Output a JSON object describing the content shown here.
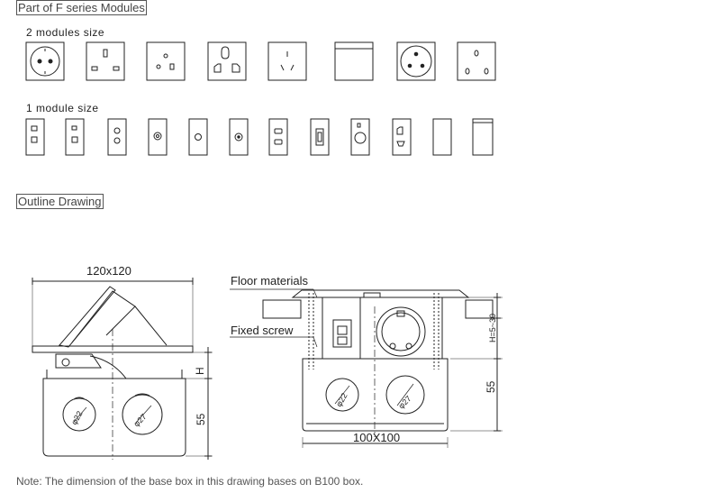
{
  "headings": {
    "modules": "Part of F series Modules",
    "outline": "Outline Drawing"
  },
  "module_sizes": {
    "two": "2 modules size",
    "one": "1 module size"
  },
  "two_module_icons": [
    "schuko-socket-icon",
    "uk-socket-icon",
    "french-socket-icon",
    "universal-socket-icon",
    "australian-socket-icon",
    "blank-plate-icon",
    "schuko-round-socket-icon",
    "swiss-socket-icon"
  ],
  "one_module_icons": [
    "rj45-double-icon",
    "rj45-single-icon",
    "audio-jack-icon",
    "tv-coax-icon",
    "f-connector-icon",
    "rca-jack-icon",
    "hdmi-double-icon",
    "usb-icon",
    "xlr-icon",
    "speaker-terminal-icon",
    "blank-narrow-icon",
    "blank-narrow-2-icon"
  ],
  "drawing_left": {
    "width_label": "120x120",
    "h_label": "H",
    "height_label": "55",
    "hole_small": "φ22",
    "hole_large": "φ27"
  },
  "drawing_right": {
    "floor_label": "Floor materials",
    "screw_label": "Fixed screw",
    "h_range_label": "H=5~30",
    "height_label": "55",
    "width_label": "100X100",
    "hole_small": "φ22",
    "hole_large": "φ27"
  },
  "note": "Note: The dimension of the base box in this drawing bases on B100 box."
}
